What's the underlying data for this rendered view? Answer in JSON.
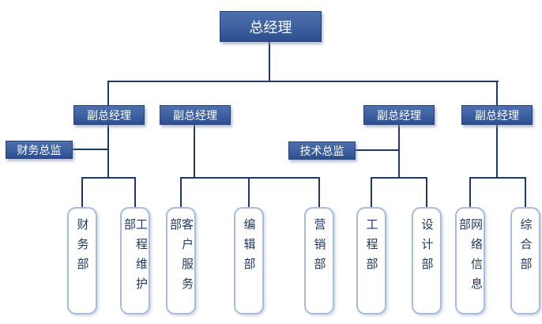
{
  "org_chart": {
    "root": {
      "label": "总经理"
    },
    "deputies": [
      {
        "label": "副总经理"
      },
      {
        "label": "副总经理"
      },
      {
        "label": "副总经理"
      },
      {
        "label": "副总经理"
      }
    ],
    "advisors": [
      {
        "label": "财务总监"
      },
      {
        "label": "技术总监"
      }
    ],
    "departments": [
      {
        "label": "财务部"
      },
      {
        "label": "工程维护部"
      },
      {
        "label": "客户服务部"
      },
      {
        "label": "编辑部"
      },
      {
        "label": "营销部"
      },
      {
        "label": "工程部"
      },
      {
        "label": "设计部"
      },
      {
        "label": "网络信息部"
      },
      {
        "label": "综合部"
      }
    ],
    "colors": {
      "manager_box_fill": "#3d60a0",
      "manager_box_border": "#27437a",
      "manager_box_text": "#ffffff",
      "connector_line": "#1f3864",
      "department_border": "#a7bcdd",
      "department_text": "#1f3864",
      "background": "#ffffff"
    }
  }
}
